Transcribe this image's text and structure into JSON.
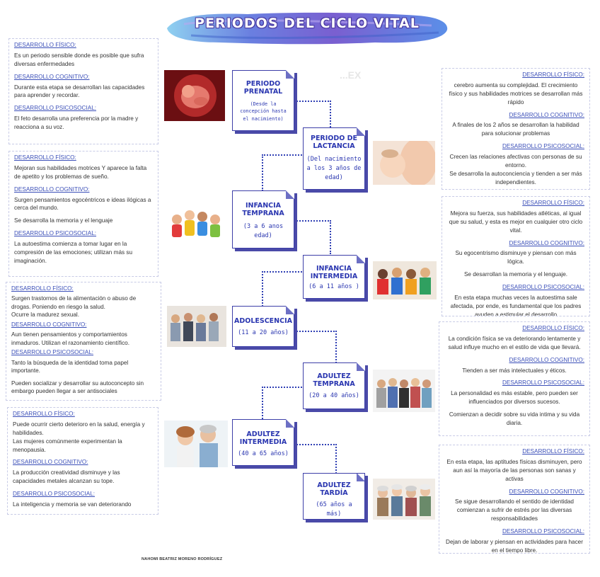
{
  "title": "PERIODOS DEL CICLO VITAL",
  "author": "NAHOMI BEATRIZ MORENO RODRÍGUEZ",
  "watermark": "...EX",
  "colors": {
    "accent": "#2a36b0",
    "link": "#3b4fb8",
    "banner": "#6a5fd0"
  },
  "stages": [
    {
      "title": "PERIODO PRENATAL",
      "subtitle": "(Desde la concepción hasta el nacimiento)"
    },
    {
      "title": "PERIODO DE LACTANCIA",
      "subtitle": "(Del nacimiento a los 3 años de edad)"
    },
    {
      "title": "INFANCIA TEMPRANA",
      "subtitle": "(3 a 6 anos edad)"
    },
    {
      "title": "INFANCIA INTERMEDIA",
      "subtitle": "(6 a 11 años )"
    },
    {
      "title": "ADOLESCENCIA",
      "subtitle": "(11 a 20 años)"
    },
    {
      "title": "ADULTEZ TEMPRANA",
      "subtitle": "(20 a 40 años)"
    },
    {
      "title": "ADULTEZ INTERMEDIA",
      "subtitle": "(40 a 65 años)"
    },
    {
      "title": "ADULTEZ TARDÍA",
      "subtitle": "(65 años a más)"
    }
  ],
  "panels": {
    "prenatal": {
      "h1": "DESARROLLO FÍSICO:",
      "t1": "Es un periodo sensible donde es posible que sufra diversas enfermedades",
      "h2": "DESARROLLO COGNITIVO:",
      "t2": "Durante esta etapa se desarrollan las capacidades para aprender y recordar.",
      "h3": "DESARROLLO PSICOSOCIAL:",
      "t3": "El feto desarrolla una preferencia por la madre y reacciona a su voz."
    },
    "lactancia": {
      "h1": "DESARROLLO FÍSICO:",
      "t1": "cerebro aumenta su complejidad. El crecimiento físico y sus habilidades motrices se desarrollan más rápido",
      "h2": "DESARROLLO COGNITIVO:",
      "t2": "A finales de los 2 años se desarrollan la habilidad para solucionar problemas",
      "h3": "DESARROLLO PSICOSOCIAL:",
      "t3": "Crecen las relaciones afectivas con personas de su entorno.",
      "t4": "Se desarrolla la autoconciencia y tienden a ser más independientes."
    },
    "infancia_temprana": {
      "h1": "DESARROLLO FÍSICO:",
      "t1": "Mejoran sus habilidades motrices Y aparece la falta de apetito y los problemas de sueño.",
      "h2": "DESARROLLO COGNITIVO:",
      "t2": "Surgen pensamientos egocéntricos e ideas ilógicas a cerca del mundo.",
      "t3": "Se desarrolla la memoria y el lenguaje",
      "h3": "DESARROLLO PSICOSOCIAL:",
      "t4": "La autoestima comienza a tomar lugar en la compresión de las emociones; utilizan más su imaginación."
    },
    "infancia_intermedia": {
      "h1": "DESARROLLO FÍSICO:",
      "t1": "Mejora su fuerza, sus habilidades atléticas, al igual que su salud, y esta es mejor en cualquier otro ciclo vital.",
      "h2": "DESARROLLO COGNITIVO:",
      "t2": "Su egocentrismo disminuye y piensan con más lógica.",
      "t3": "Se desarrollan la memoria y el lenguaje.",
      "h3": "DESARROLLO PSICOSOCIAL:",
      "t4": "En esta etapa muchas veces la autoestima sale afectada, por ende, es fundamental que los padres ayuden a estimular el desarrollo"
    },
    "adolescencia": {
      "h1": "DESARROLLO FÍSICO:",
      "t1": "Surgen trastornos de la alimentación o abuso de drogas. Poniendo en riesgo la salud.",
      "t2": "Ocurre la madurez sexual.",
      "h2": "DESARROLLO COGNITIVO:",
      "t3": "Aun tienen pensamientos y comportamientos inmaduros. Utilizan el razonamiento científico.",
      "h3": "DESARROLLO PSICOSOCIAL:",
      "t4": "Tanto la búsqueda de la identidad toma papel importante.",
      "t5": "Pueden socializar y desarrollar su autoconcepto sin embargo pueden llegar a ser antisociales"
    },
    "adultez_temprana": {
      "h1": "DESARROLLO FÍSICO:",
      "t1": "La condición física se va deteriorando lentamente y salud influye mucho en el estilo de vida que llevará.",
      "h2": "DESARROLLO COGNITIVO:",
      "t2": "Tienden a ser más intelectuales y éticos.",
      "h3": "DESARROLLO PSICOSOCIAL:",
      "t3": "La personalidad es más estable, pero pueden ser influenciados por diversos sucesos.",
      "t4": "Comienzan a decidir sobre su vida intima y su vida diaria."
    },
    "adultez_intermedia": {
      "h1": "DESARROLLO FÍSICO:",
      "t1": "Puede ocurrir cierto deterioro en la salud, energía y habilidades.",
      "t2": "Las mujeres comúnmente experimentan la menopausia.",
      "h2": "DESARROLLO COGNITIVO:",
      "t3": "La producción creatividad disminuye y las capacidades metales alcanzan su tope.",
      "h3": "DESARROLLO PSICOSOCIAL:",
      "t4": "La inteligencia y memoria se van deteriorando"
    },
    "adultez_tardia": {
      "h1": "DESARROLLO FÍSICO:",
      "t1": "En esta etapa, las aptitudes físicas disminuyen, pero aun así la mayoría de las personas son sanas y activas",
      "h2": "DESARROLLO COGNITIVO:",
      "t2": "Se sigue desarrollando el sentido de identidad comienzan a sufrir de estrés por las diversas responsabilidades",
      "h3": "DESARROLLO PSICOSOCIAL:",
      "t3": "Dejan de laborar y piensan en actividades para hacer en el tiempo libre."
    }
  }
}
